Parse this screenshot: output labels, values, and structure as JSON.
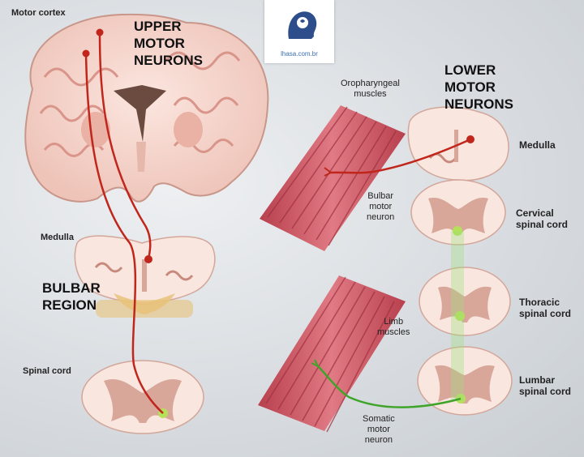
{
  "labels": {
    "motor_cortex": "Motor cortex",
    "upper_1": "UPPER",
    "upper_2": "MOTOR",
    "upper_3": "NEURONS",
    "lower_1": "LOWER",
    "lower_2": "MOTOR",
    "lower_3": "NEURONS",
    "medulla_left": "Medulla",
    "bulbar_region_1": "BULBAR",
    "bulbar_region_2": "REGION",
    "spinal_cord_left": "Spinal cord",
    "oropharyngeal_1": "Oropharyngeal",
    "oropharyngeal_2": "muscles",
    "medulla_right": "Medulla",
    "bulbar_motor_1": "Bulbar",
    "bulbar_motor_2": "motor",
    "bulbar_motor_3": "neuron",
    "cervical_1": "Cervical",
    "cervical_2": "spinal cord",
    "thoracic_1": "Thoracic",
    "thoracic_2": "spinal cord",
    "limb_1": "Limb",
    "limb_2": "muscles",
    "lumbar_1": "Lumbar",
    "lumbar_2": "spinal cord",
    "somatic_1": "Somatic",
    "somatic_2": "motor",
    "somatic_3": "neuron"
  },
  "logo": {
    "text": "lhasa.com.br",
    "icon": "head-silhouette-icon"
  },
  "colors": {
    "upper_neuron": "#c0261c",
    "lower_neuron_bulbar": "#c0261c",
    "lower_neuron_somatic": "#3fa52a",
    "tissue": "#f6dcd4",
    "grey_matter": "#d9a79a",
    "muscle": "#d8606c",
    "bulbar_highlight": "#e8c27a"
  }
}
